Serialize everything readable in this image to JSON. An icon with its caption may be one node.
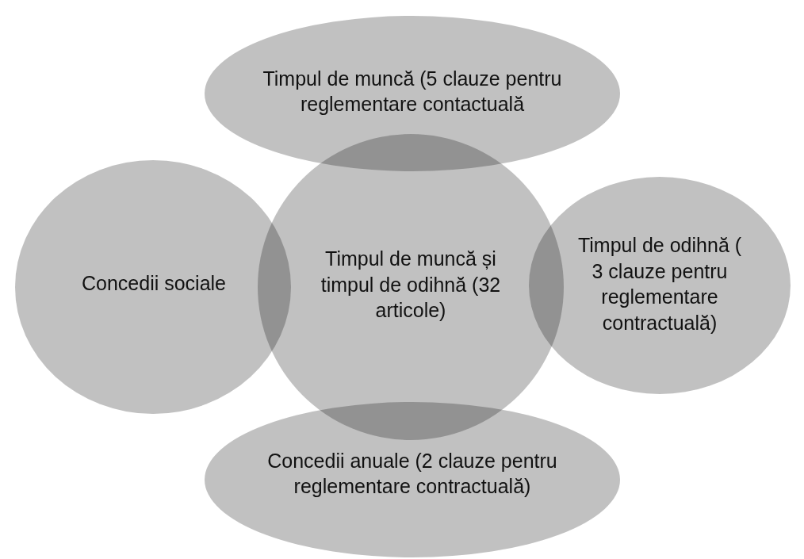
{
  "diagram": {
    "nodes": [
      {
        "text": [
          "Timpul de muncă și timpul de odihnă (32 articole)"
        ]
      },
      {
        "text": [
          "Timpul de muncă (5 clauze pentru reglementare contactuală"
        ]
      },
      {
        "text": [
          "Concedii sociale"
        ]
      },
      {
        "text": [
          "Timpul de odihnă ( 3 clauze pentru reglementare contractuală)"
        ]
      },
      {
        "text": [
          "Concedii anuale (2 clauze pentru reglementare contractuală)"
        ]
      }
    ]
  }
}
